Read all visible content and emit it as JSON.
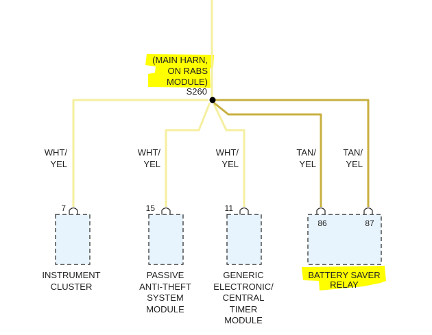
{
  "colors": {
    "wire_wht_yel": "#f5ef9f",
    "wire_tan_yel": "#c8b040",
    "highlight": "#ffff00",
    "component_fill": "#e8f4fd"
  },
  "splice": {
    "location_lines": [
      "(MAIN HARN,",
      "ON RABS",
      "MODULE)"
    ],
    "id": "S260"
  },
  "wires": [
    {
      "color_lines": [
        "WHT/",
        "YEL"
      ]
    },
    {
      "color_lines": [
        "WHT/",
        "YEL"
      ]
    },
    {
      "color_lines": [
        "WHT/",
        "YEL"
      ]
    },
    {
      "color_lines": [
        "TAN/",
        "YEL"
      ]
    },
    {
      "color_lines": [
        "TAN/",
        "YEL"
      ]
    }
  ],
  "components": [
    {
      "pins": [
        "7"
      ],
      "name_lines": [
        "INSTRUMENT",
        "CLUSTER"
      ]
    },
    {
      "pins": [
        "15"
      ],
      "name_lines": [
        "PASSIVE",
        "ANTI-THEFT",
        "SYSTEM",
        "MODULE"
      ]
    },
    {
      "pins": [
        "11"
      ],
      "name_lines": [
        "GENERIC",
        "ELECTRONIC/",
        "CENTRAL",
        "TIMER",
        "MODULE"
      ]
    },
    {
      "pins": [
        "86",
        "87"
      ],
      "name_lines": [
        "BATTERY SAVER",
        "RELAY"
      ]
    }
  ]
}
